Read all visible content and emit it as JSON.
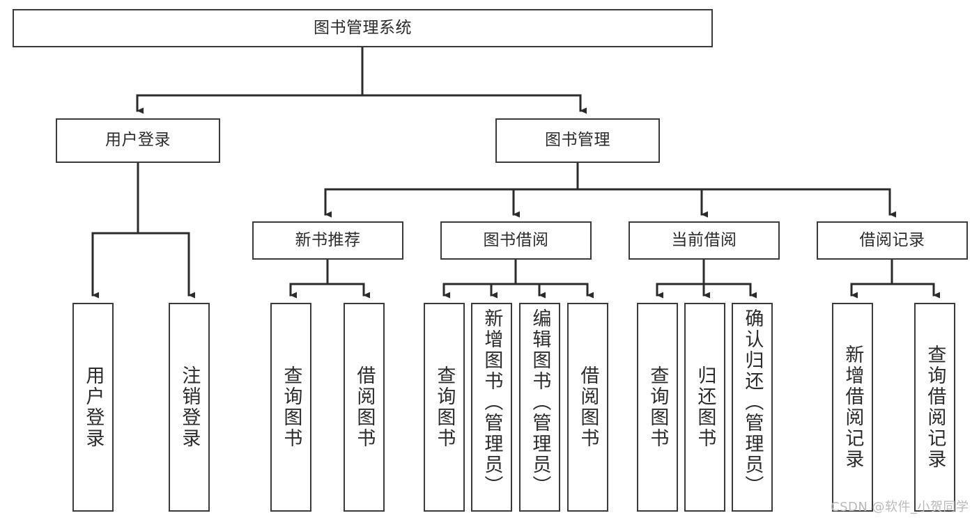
{
  "diagram": {
    "title": "图书管理系统",
    "type": "tree-hierarchy",
    "colors": {
      "background": "#ffffff",
      "box_border": "#3a3a3a",
      "box_fill": "#ffffff",
      "edge": "#2b2b2b",
      "text": "#2b2b2b",
      "watermark": "#b9b9b9"
    },
    "root": {
      "label": "图书管理系统"
    },
    "level2": [
      {
        "label": "用户登录"
      },
      {
        "label": "图书管理"
      }
    ],
    "level3": [
      {
        "label": "新书推荐"
      },
      {
        "label": "图书借阅"
      },
      {
        "label": "当前借阅"
      },
      {
        "label": "借阅记录"
      }
    ],
    "leaves": {
      "user_login": [
        {
          "label": "用户登录"
        },
        {
          "label": "注销登录"
        }
      ],
      "new_book_recommend": [
        {
          "label": "查询图书"
        },
        {
          "label": "借阅图书"
        }
      ],
      "book_borrow": [
        {
          "label": "查询图书"
        },
        {
          "label": "新增图书（管理员）"
        },
        {
          "label": "编辑图书（管理员）"
        },
        {
          "label": "借阅图书"
        }
      ],
      "current_borrow": [
        {
          "label": "查询图书"
        },
        {
          "label": "归还图书"
        },
        {
          "label": "确认归还（管理员）"
        }
      ],
      "borrow_record": [
        {
          "label": "新增借阅记录"
        },
        {
          "label": "查询借阅记录"
        }
      ]
    },
    "watermark": "CSDN @软件_小贺同学"
  }
}
